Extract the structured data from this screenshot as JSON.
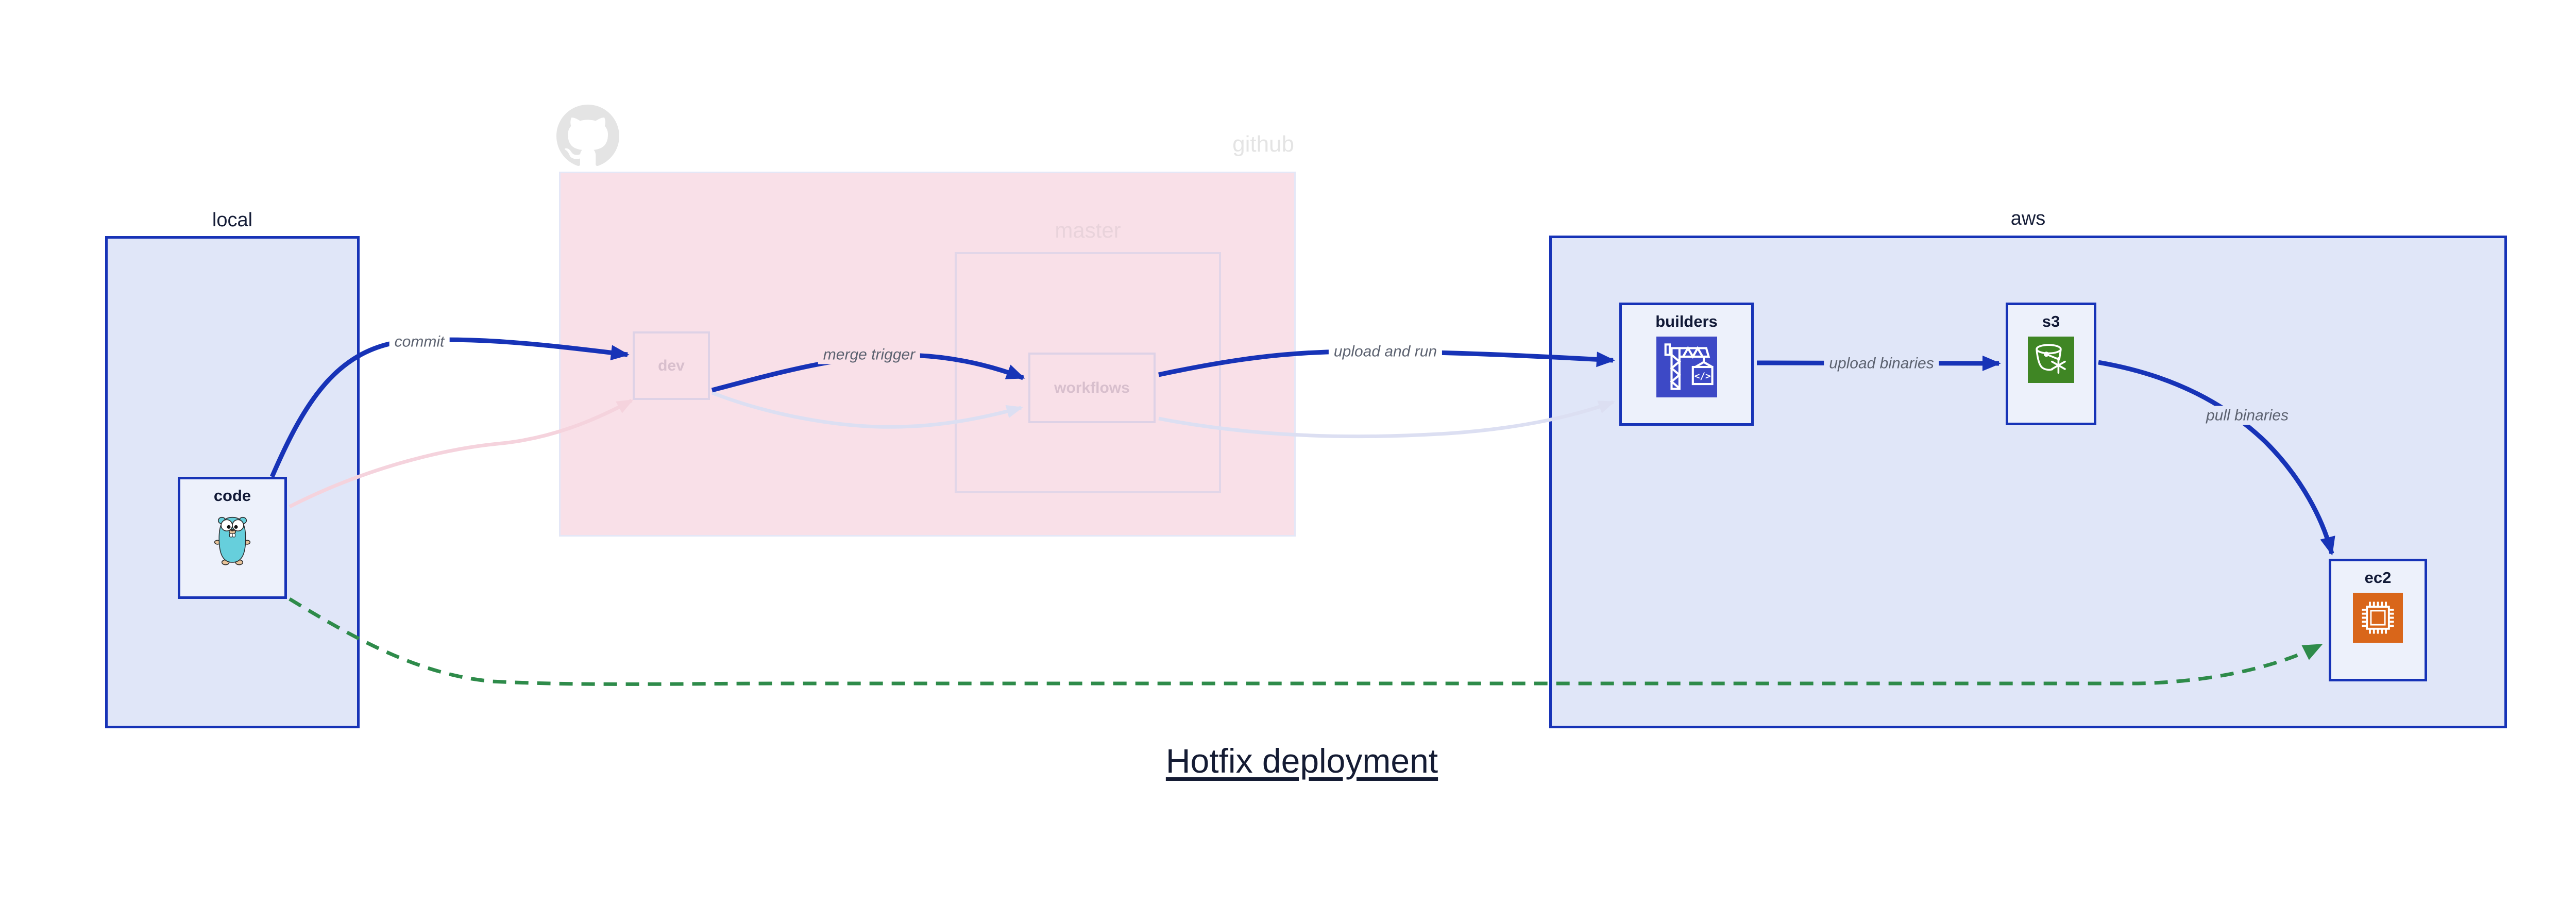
{
  "title": "Hotfix deployment",
  "containers": {
    "local": {
      "label": "local"
    },
    "github": {
      "label": "github"
    },
    "master": {
      "label": "master"
    },
    "aws": {
      "label": "aws"
    }
  },
  "nodes": {
    "code": {
      "label": "code"
    },
    "dev": {
      "label": "dev"
    },
    "workflows": {
      "label": "workflows"
    },
    "builders": {
      "label": "builders",
      "icon_glyph": "</>"
    },
    "s3": {
      "label": "s3"
    },
    "ec2": {
      "label": "ec2"
    }
  },
  "edges": [
    {
      "name": "commit",
      "label": "commit"
    },
    {
      "name": "merge-trigger",
      "label": "merge trigger"
    },
    {
      "name": "upload-and-run",
      "label": "upload and run"
    },
    {
      "name": "upload-binaries",
      "label": "upload binaries"
    },
    {
      "name": "pull-binaries",
      "label": "pull binaries"
    },
    {
      "name": "hotfix-direct-deploy",
      "label": ""
    }
  ],
  "ghost_edges": [
    "code-to-dev",
    "dev-to-workflows",
    "workflows-to-builders"
  ],
  "colors": {
    "primary_blue": "#1733b7",
    "container_fill": "#e0e6f8",
    "node_fill": "#edf1fb",
    "github_pink_fill": "#f9e0e8",
    "ghost_border": "#ded2e6",
    "faded_pink_edge": "#f5d3dd",
    "faded_lavender_edge": "#dcdff2",
    "hotfix_green": "#2e8b4a",
    "codebuild_indigo": "#3d49c6",
    "s3_green": "#3f8624",
    "ec2_orange": "#d9661a",
    "octocat_grey": "#e4e4e4",
    "edge_label_grey": "#5c6270",
    "title_navy": "#141b33"
  }
}
